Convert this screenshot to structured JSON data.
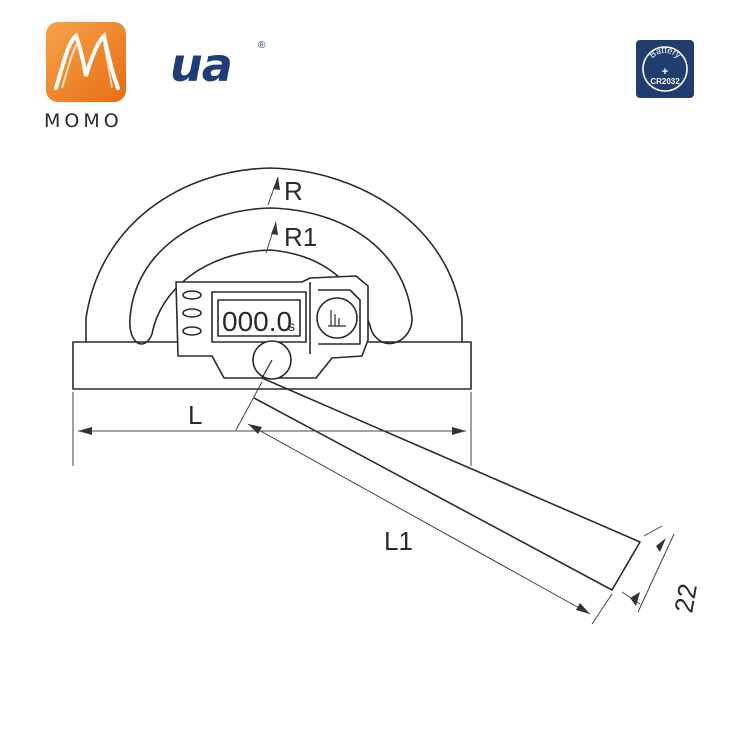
{
  "logo": {
    "word": "MOMO",
    "colors": {
      "primary": "#ef7d1e",
      "secondary": "#f6a34a"
    }
  },
  "brand": {
    "word": "ua",
    "registered": "®",
    "color": "#1d3c78"
  },
  "battery_badge": {
    "top": "Battery",
    "symbol": "+",
    "bottom": "CR2032",
    "color": "#1f3d6e"
  },
  "display": {
    "reading": "000.0",
    "unit": "s"
  },
  "dimensions": {
    "outer_radius": "R",
    "inner_radius": "R1",
    "base_length": "L",
    "blade_length": "L1",
    "blade_width": "22"
  },
  "colors": {
    "line": "#2a2a2a",
    "background": "#ffffff"
  }
}
